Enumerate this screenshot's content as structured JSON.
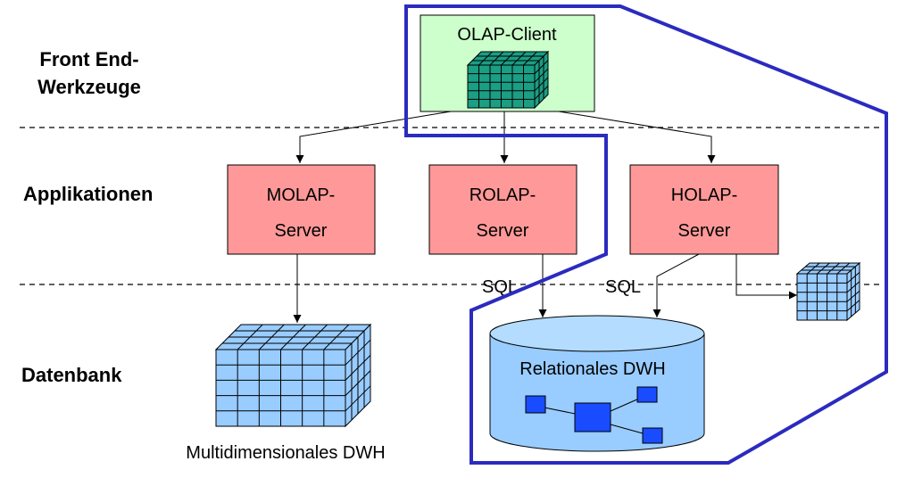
{
  "layers": {
    "frontend_line1": "Front End-",
    "frontend_line2": "Werkzeuge",
    "applications": "Applikationen",
    "database": "Datenbank"
  },
  "nodes": {
    "olap_client": "OLAP-Client",
    "molap_line1": "MOLAP-",
    "molap_line2": "Server",
    "rolap_line1": "ROLAP-",
    "rolap_line2": "Server",
    "holap_line1": "HOLAP-",
    "holap_line2": "Server",
    "relational_dwh": "Relationales DWH",
    "multidimensional_dwh": "Multidimensionales DWH"
  },
  "edge_labels": {
    "rolap_sql": "SQL",
    "holap_sql": "SQL"
  },
  "colors": {
    "client_fill": "#ccffcc",
    "client_cube": "#1a9e84",
    "server_fill": "#ff9999",
    "cube_fill": "#99ccff",
    "cylinder_fill": "#99ccff",
    "cylinder_top": "#b3dcff",
    "table_box": "#1a4cff",
    "highlight_border": "#2b2bbf"
  }
}
